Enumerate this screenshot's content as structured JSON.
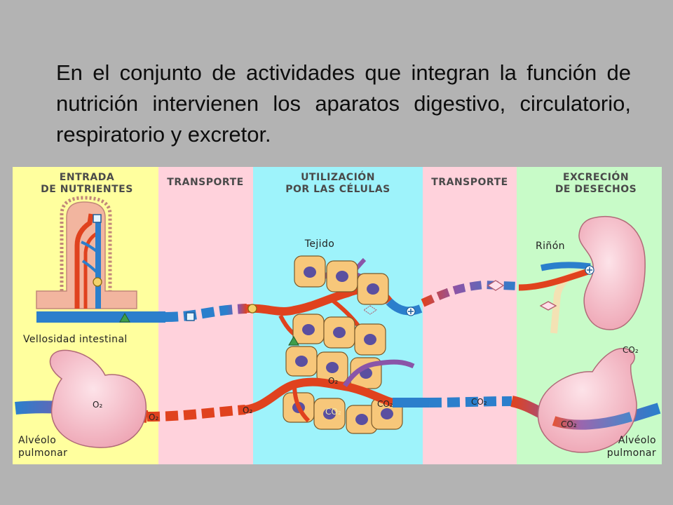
{
  "intro_text": "En el conjunto de actividades que integran la función de nutrición intervienen los aparatos digestivo, circulatorio, respiratorio y excretor.",
  "columns": [
    {
      "line1": "ENTRADA",
      "line2": "DE NUTRIENTES",
      "color": "#ffff9e"
    },
    {
      "line1": "TRANSPORTE",
      "line2": "",
      "color": "#ffd2dc"
    },
    {
      "line1": "UTILIZACIÓN",
      "line2": "POR LAS CÉLULAS",
      "color": "#9ef3fb"
    },
    {
      "line1": "TRANSPORTE",
      "line2": "",
      "color": "#ffd2dc"
    },
    {
      "line1": "EXCRECIÓN",
      "line2": "DE DESECHOS",
      "color": "#c8fbc8"
    }
  ],
  "labels": {
    "tejido": "Tejido",
    "rinon": "Riñón",
    "vellosidad": "Vellosidad intestinal",
    "alveolo_left_1": "Alvéolo",
    "alveolo_left_2": "pulmonar",
    "alveolo_right_1": "Alvéolo",
    "alveolo_right_2": "pulmonar"
  },
  "gases": {
    "o2": "O₂",
    "co2": "CO₂"
  },
  "colors": {
    "artery": "#e0421e",
    "vein": "#2b7fcc",
    "mixed": "#8a55a8",
    "cell_fill": "#f7c77a",
    "nucleus": "#5a4fa0",
    "organ": "#f6b8c4"
  }
}
